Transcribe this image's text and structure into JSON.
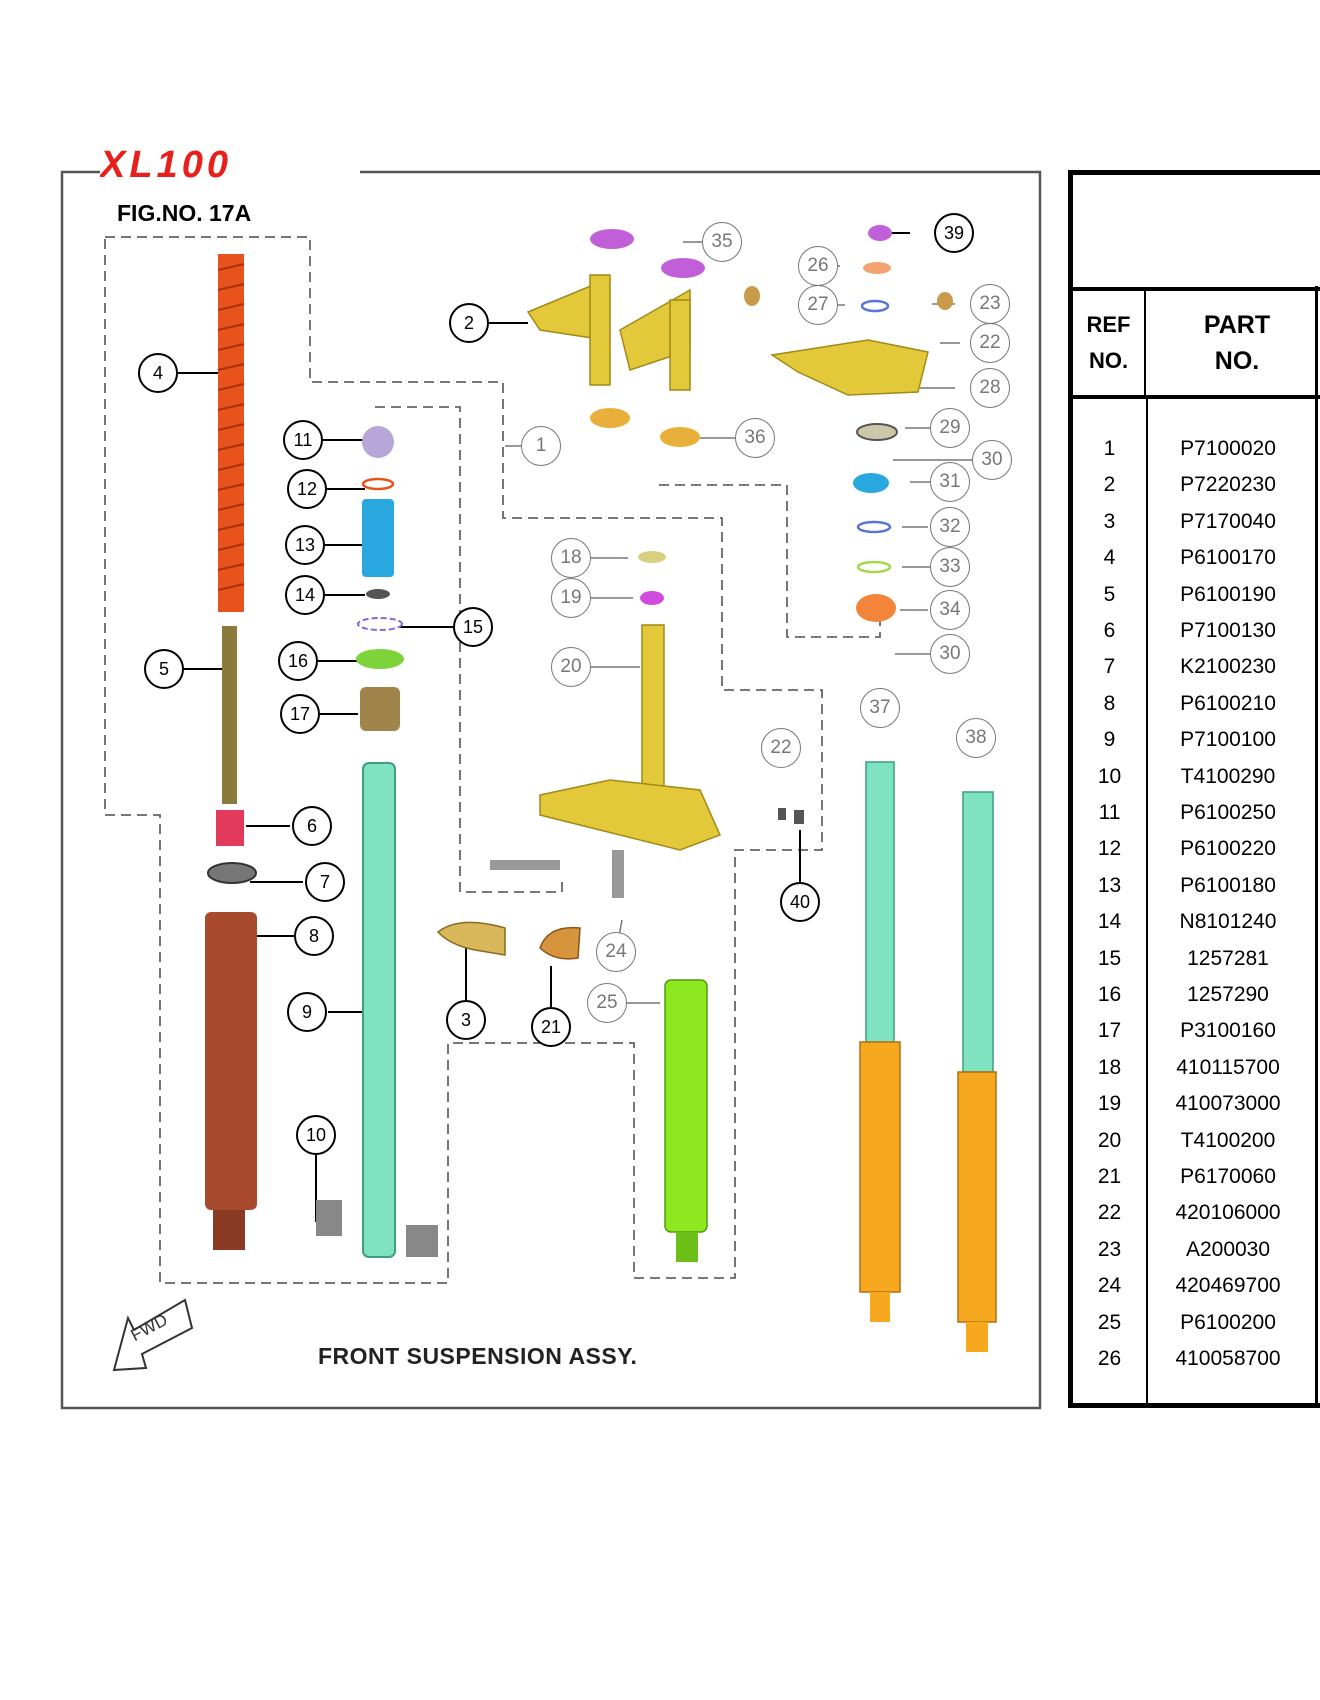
{
  "brand": "XL100",
  "figure_number": "FIG.NO. 17A",
  "caption": "FRONT SUSPENSION ASSY.",
  "direction_marker": "FWD",
  "callouts": [
    "1",
    "2",
    "3",
    "4",
    "5",
    "6",
    "7",
    "8",
    "9",
    "10",
    "11",
    "12",
    "13",
    "14",
    "15",
    "16",
    "17",
    "18",
    "19",
    "20",
    "21",
    "22",
    "23",
    "24",
    "25",
    "26",
    "27",
    "28",
    "29",
    "30",
    "31",
    "32",
    "33",
    "34",
    "35",
    "36",
    "37",
    "38",
    "39",
    "40"
  ],
  "table": {
    "col_ref_line1": "REF",
    "col_ref_line2": "NO.",
    "col_part_line1": "PART",
    "col_part_line2": "NO.",
    "rows": [
      {
        "ref": "1",
        "part": "P7100020"
      },
      {
        "ref": "2",
        "part": "P7220230"
      },
      {
        "ref": "3",
        "part": "P7170040"
      },
      {
        "ref": "4",
        "part": "P6100170"
      },
      {
        "ref": "5",
        "part": "P6100190"
      },
      {
        "ref": "6",
        "part": "P7100130"
      },
      {
        "ref": "7",
        "part": "K2100230"
      },
      {
        "ref": "8",
        "part": "P6100210"
      },
      {
        "ref": "9",
        "part": "P7100100"
      },
      {
        "ref": "10",
        "part": "T4100290"
      },
      {
        "ref": "11",
        "part": "P6100250"
      },
      {
        "ref": "12",
        "part": "P6100220"
      },
      {
        "ref": "13",
        "part": "P6100180"
      },
      {
        "ref": "14",
        "part": "N8101240"
      },
      {
        "ref": "15",
        "part": "1257281"
      },
      {
        "ref": "16",
        "part": "1257290"
      },
      {
        "ref": "17",
        "part": "P3100160"
      },
      {
        "ref": "18",
        "part": "410115700"
      },
      {
        "ref": "19",
        "part": "410073000"
      },
      {
        "ref": "20",
        "part": "T4100200"
      },
      {
        "ref": "21",
        "part": "P6170060"
      },
      {
        "ref": "22",
        "part": "420106000"
      },
      {
        "ref": "23",
        "part": "A200030"
      },
      {
        "ref": "24",
        "part": "420469700"
      },
      {
        "ref": "25",
        "part": "P6100200"
      },
      {
        "ref": "26",
        "part": "410058700"
      }
    ]
  },
  "colors": {
    "logo_red": "#e8201c",
    "spring_orange": "#e8531c",
    "tube_mint": "#7fe3c2",
    "bracket_yellow": "#e3c93a",
    "lower_body_brown": "#a84a2e",
    "lower_body_green": "#8ee820",
    "leg_orange": "#f6a81e"
  }
}
